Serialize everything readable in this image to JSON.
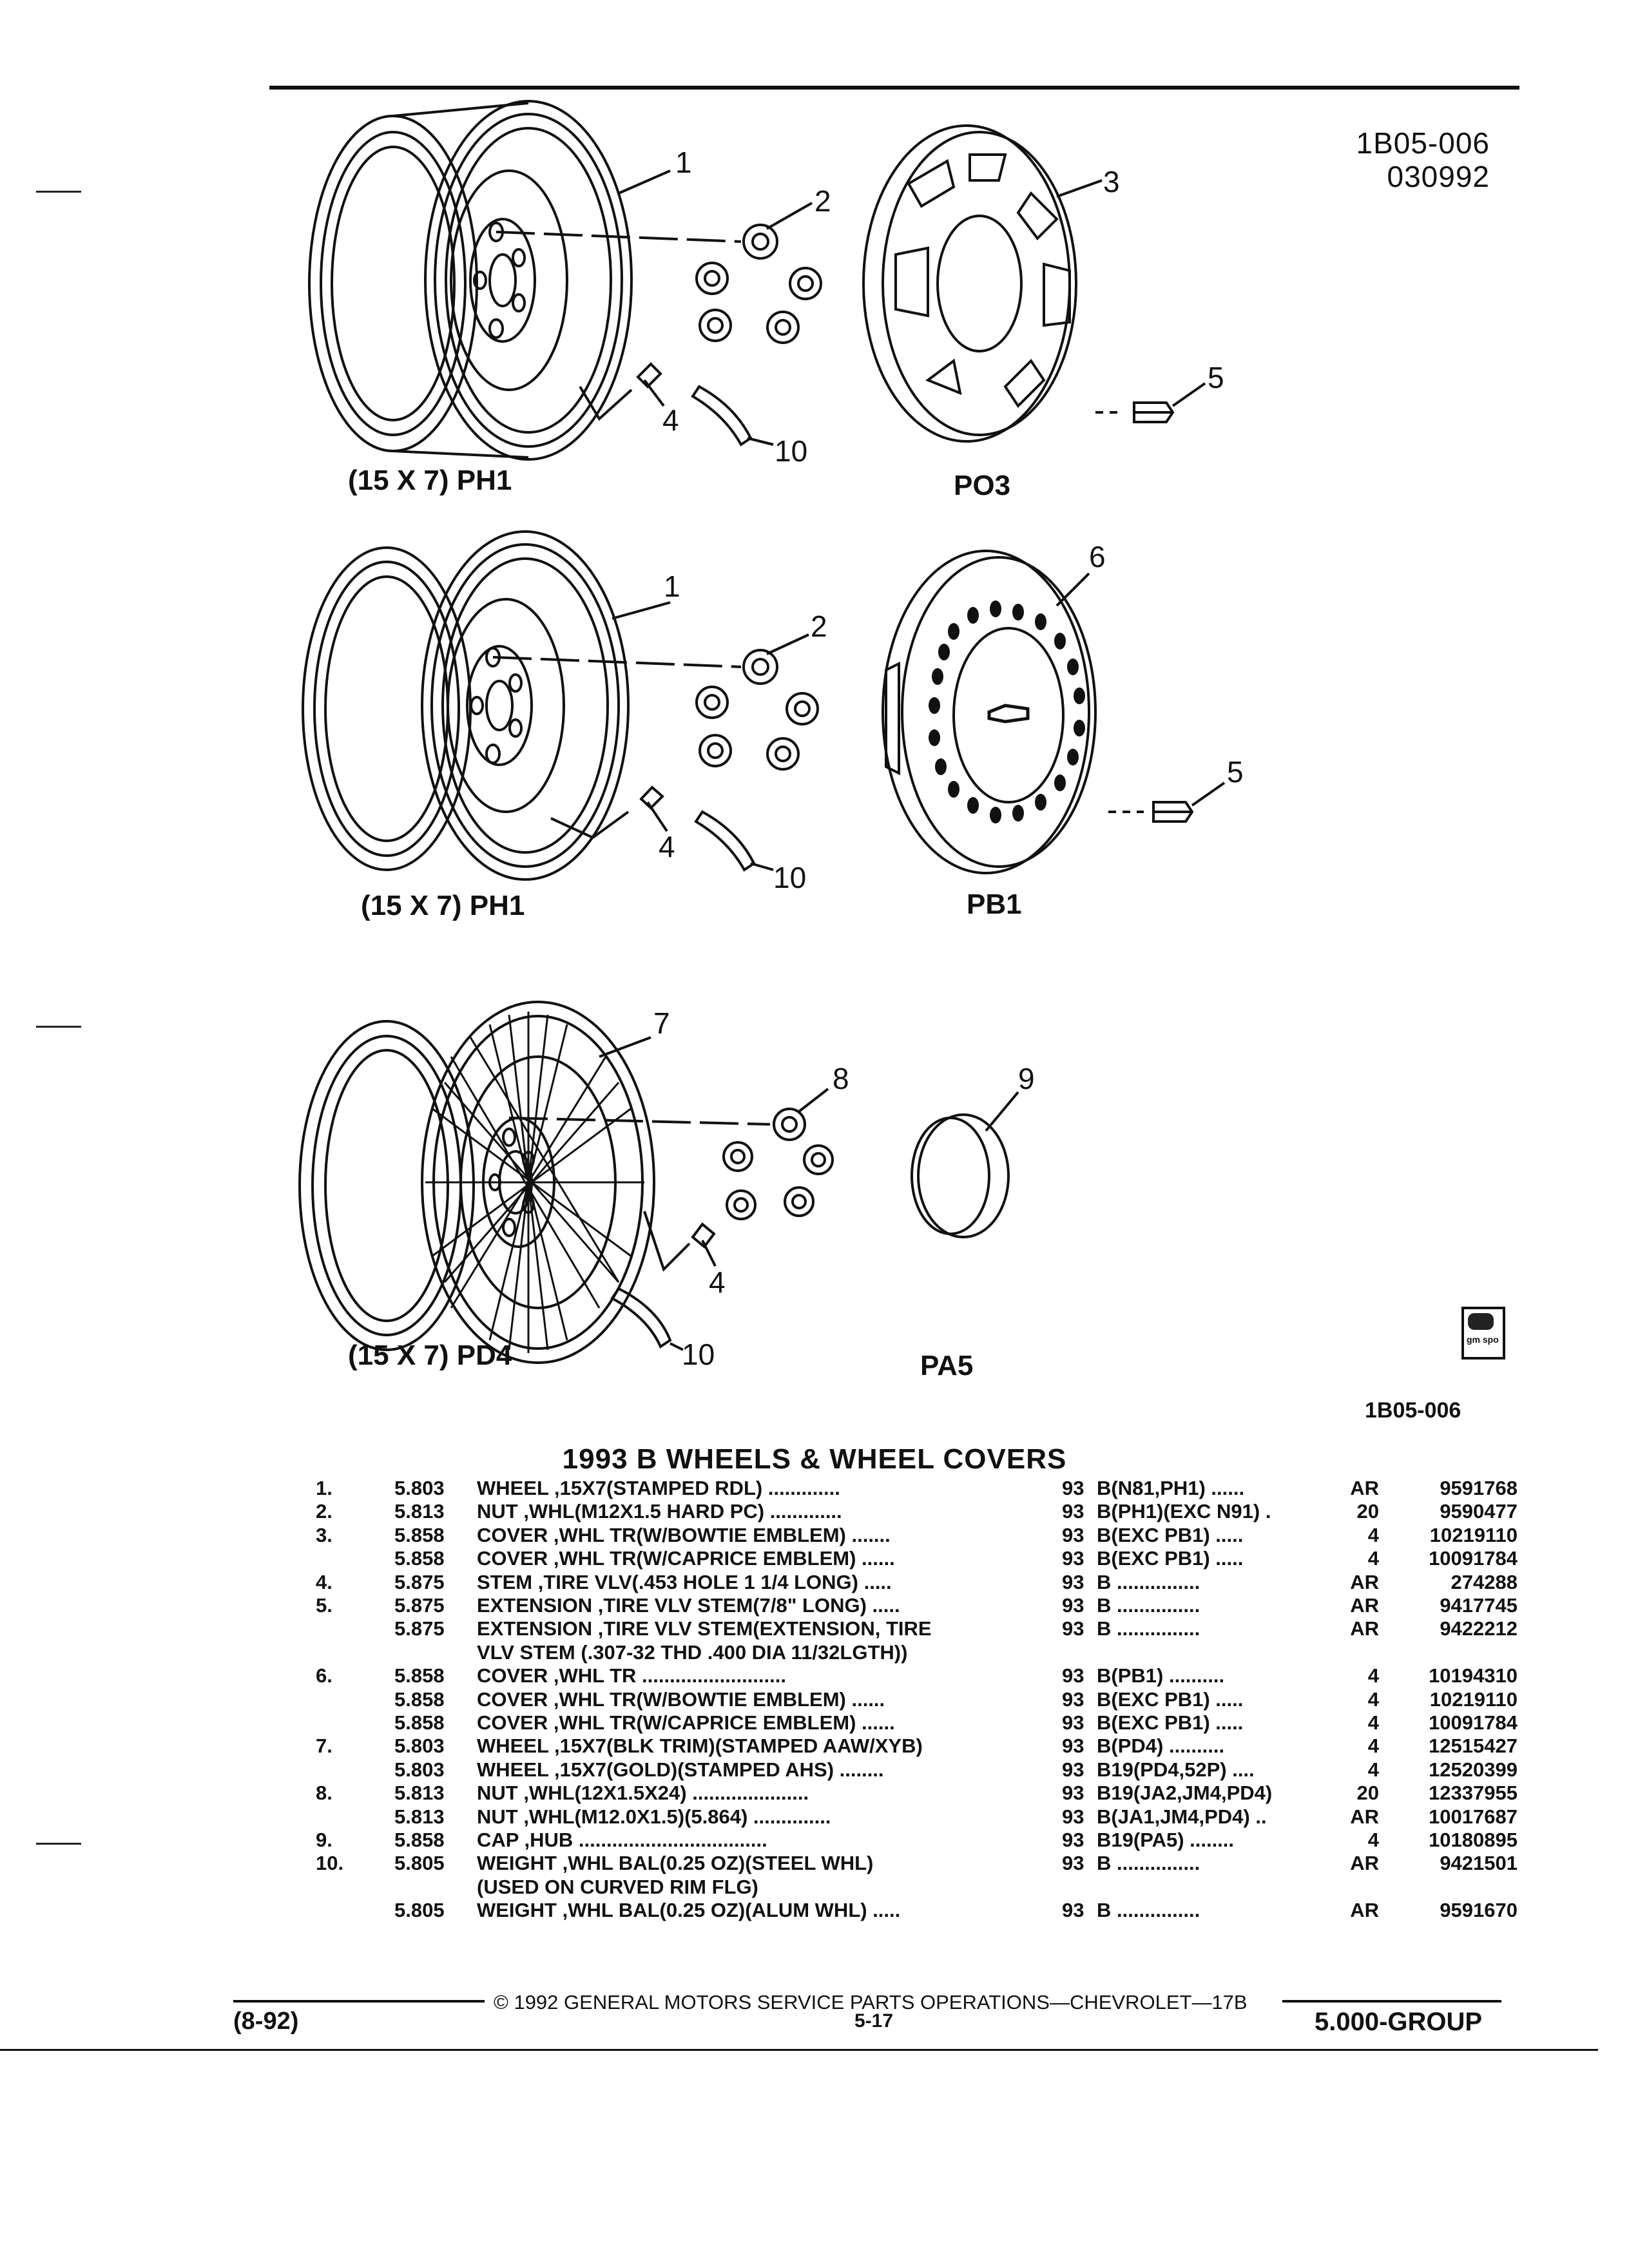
{
  "header": {
    "doc_number": "1B05-006",
    "doc_date": "030992",
    "page_code": "1B05-006"
  },
  "illustration": {
    "callouts": [
      "1",
      "2",
      "3",
      "4",
      "5",
      "10",
      "1",
      "2",
      "6",
      "4",
      "5",
      "10",
      "7",
      "8",
      "9",
      "4",
      "10"
    ],
    "wheel_labels": [
      "(15 X 7) PH1",
      "(15 X 7) PH1",
      "(15 X 7) PD4"
    ],
    "option_codes": [
      "PO3",
      "PB1",
      "PA5"
    ],
    "logo_text": "gm spo"
  },
  "parts_list": {
    "title": "1993 B WHEELS & WHEEL COVERS",
    "rows": [
      {
        "idx": "1.",
        "grp": "5.803",
        "desc": "WHEEL ,15X7(STAMPED RDL) .............",
        "year": "93",
        "model": "B(N81,PH1) ......",
        "qty": "AR",
        "part": "9591768"
      },
      {
        "idx": "2.",
        "grp": "5.813",
        "desc": "NUT ,WHL(M12X1.5 HARD PC) .............",
        "year": "93",
        "model": "B(PH1)(EXC N91) .",
        "qty": "20",
        "part": "9590477"
      },
      {
        "idx": "3.",
        "grp": "5.858",
        "desc": "COVER ,WHL TR(W/BOWTIE EMBLEM) .......",
        "year": "93",
        "model": "B(EXC PB1) .....",
        "qty": "4",
        "part": "10219110"
      },
      {
        "idx": "",
        "grp": "5.858",
        "desc": "COVER ,WHL TR(W/CAPRICE EMBLEM) ......",
        "year": "93",
        "model": "B(EXC PB1) .....",
        "qty": "4",
        "part": "10091784"
      },
      {
        "idx": "4.",
        "grp": "5.875",
        "desc": "STEM ,TIRE VLV(.453 HOLE 1 1/4 LONG) .....",
        "year": "93",
        "model": "B ...............",
        "qty": "AR",
        "part": "274288"
      },
      {
        "idx": "5.",
        "grp": "5.875",
        "desc": "EXTENSION ,TIRE VLV STEM(7/8\" LONG) .....",
        "year": "93",
        "model": "B ...............",
        "qty": "AR",
        "part": "9417745"
      },
      {
        "idx": "",
        "grp": "5.875",
        "desc": "EXTENSION ,TIRE VLV STEM(EXTENSION, TIRE",
        "year": "93",
        "model": "B ...............",
        "qty": "AR",
        "part": "9422212"
      },
      {
        "idx": "",
        "grp": "",
        "desc": "VLV STEM (.307-32 THD .400 DIA 11/32LGTH))",
        "year": "",
        "model": "",
        "qty": "",
        "part": ""
      },
      {
        "idx": "6.",
        "grp": "5.858",
        "desc": "COVER ,WHL TR ..........................",
        "year": "93",
        "model": "B(PB1) ..........",
        "qty": "4",
        "part": "10194310"
      },
      {
        "idx": "",
        "grp": "5.858",
        "desc": "COVER ,WHL TR(W/BOWTIE EMBLEM) ......",
        "year": "93",
        "model": "B(EXC PB1) .....",
        "qty": "4",
        "part": "10219110"
      },
      {
        "idx": "",
        "grp": "5.858",
        "desc": "COVER ,WHL TR(W/CAPRICE EMBLEM) ......",
        "year": "93",
        "model": "B(EXC PB1) .....",
        "qty": "4",
        "part": "10091784"
      },
      {
        "idx": "7.",
        "grp": "5.803",
        "desc": "WHEEL ,15X7(BLK TRIM)(STAMPED AAW/XYB)",
        "year": "93",
        "model": "B(PD4) ..........",
        "qty": "4",
        "part": "12515427"
      },
      {
        "idx": "",
        "grp": "5.803",
        "desc": "WHEEL ,15X7(GOLD)(STAMPED AHS) ........",
        "year": "93",
        "model": "B19(PD4,52P) ....",
        "qty": "4",
        "part": "12520399"
      },
      {
        "idx": "8.",
        "grp": "5.813",
        "desc": "NUT ,WHL(12X1.5X24) .....................",
        "year": "93",
        "model": "B19(JA2,JM4,PD4)",
        "qty": "20",
        "part": "12337955"
      },
      {
        "idx": "",
        "grp": "5.813",
        "desc": "NUT ,WHL(M12.0X1.5)(5.864) ..............",
        "year": "93",
        "model": "B(JA1,JM4,PD4) ..",
        "qty": "AR",
        "part": "10017687"
      },
      {
        "idx": "9.",
        "grp": "5.858",
        "desc": "CAP ,HUB ..................................",
        "year": "93",
        "model": "B19(PA5) ........",
        "qty": "4",
        "part": "10180895"
      },
      {
        "idx": "10.",
        "grp": "5.805",
        "desc": "WEIGHT ,WHL BAL(0.25 OZ)(STEEL WHL)",
        "year": "93",
        "model": "B ...............",
        "qty": "AR",
        "part": "9421501"
      },
      {
        "idx": "",
        "grp": "",
        "desc": "(USED ON CURVED RIM FLG)",
        "year": "",
        "model": "",
        "qty": "",
        "part": ""
      },
      {
        "idx": "",
        "grp": "5.805",
        "desc": "WEIGHT ,WHL BAL(0.25 OZ)(ALUM WHL) .....",
        "year": "93",
        "model": "B ...............",
        "qty": "AR",
        "part": "9591670"
      }
    ]
  },
  "footer": {
    "copyright": "© 1992 GENERAL MOTORS SERVICE PARTS OPERATIONS—CHEVROLET—17B",
    "date_code": "(8-92)",
    "page_number": "5-17",
    "group": "5.000-GROUP"
  }
}
